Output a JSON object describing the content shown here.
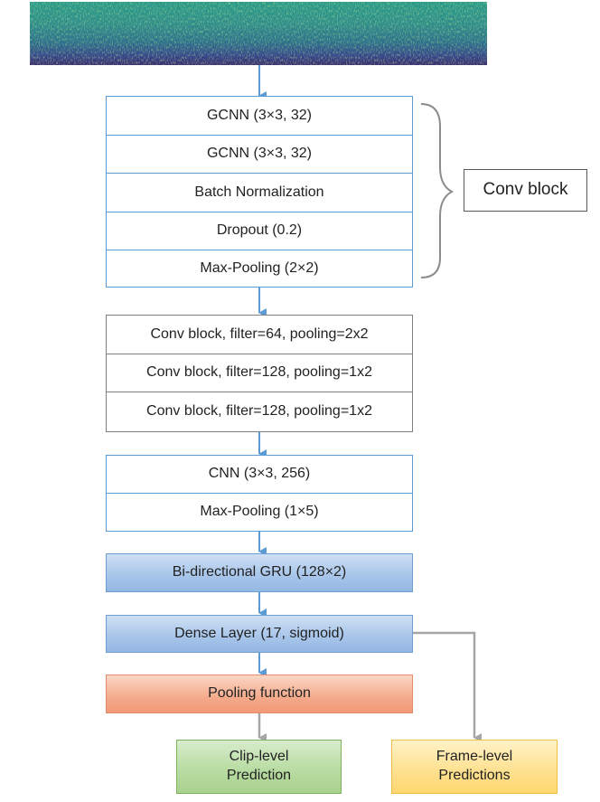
{
  "input_spectrogram": {
    "icon": "spectrogram-image"
  },
  "conv_block": {
    "layers": [
      "GCNN (3×3, 32)",
      "GCNN (3×3, 32)",
      "Batch Normalization",
      "Dropout (0.2)",
      "Max-Pooling (2×2)"
    ],
    "brace_label": "Conv block"
  },
  "stacked_blocks": [
    "Conv block, filter=64, pooling=2x2",
    "Conv block, filter=128, pooling=1x2",
    "Conv block, filter=128, pooling=1x2"
  ],
  "cnn_block": [
    "CNN (3×3, 256)",
    "Max-Pooling (1×5)"
  ],
  "gru_layer": "Bi-directional GRU (128×2)",
  "dense_layer": "Dense Layer (17, sigmoid)",
  "pooling_function": "Pooling function",
  "clip_prediction": "Clip-level\nPrediction",
  "frame_prediction": "Frame-level\nPredictions",
  "colors": {
    "arrow_blue": "#5b9bd5",
    "arrow_gray": "#a6a6a6",
    "layer_blue": "#9dbde6",
    "layer_orange": "#f3a585",
    "layer_green": "#b5d99f",
    "layer_yellow": "#ffdf8a"
  }
}
